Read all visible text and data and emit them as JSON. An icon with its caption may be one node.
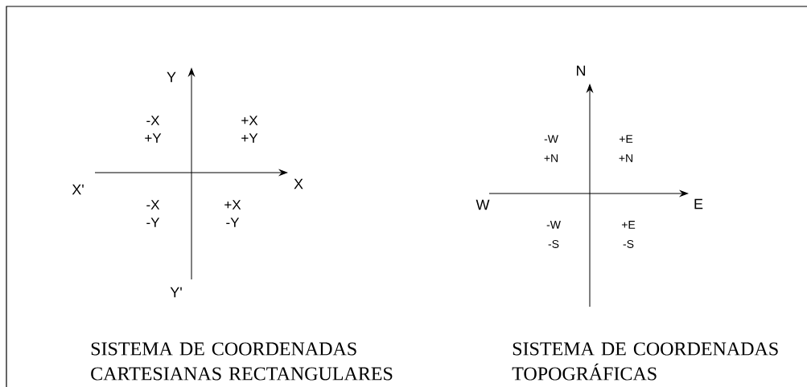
{
  "diagram": {
    "labels": [
      "Y",
      "-X +Y",
      "+X +Y",
      "X'",
      "X",
      "-X -Y",
      "+X -Y",
      "Y'",
      "N",
      "-W +N",
      "+E +N",
      "W",
      "E",
      "-W -S",
      "+E -S",
      "SISTEMA DE COORDENADAS CARTESIANAS RECTANGULARES",
      "SISTEMA DE COORDENADAS TOPOGRÁFICAS"
    ]
  }
}
